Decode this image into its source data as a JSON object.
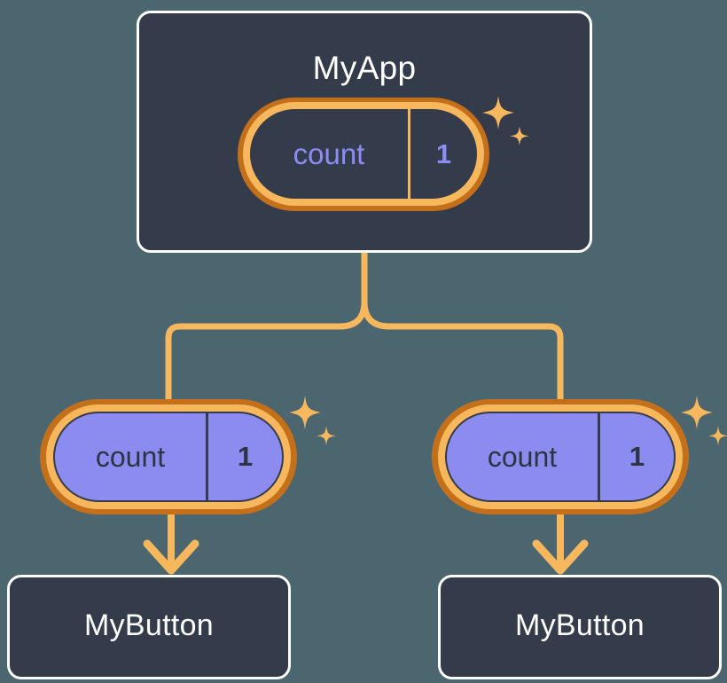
{
  "diagram": {
    "type": "signal-propagation-tree",
    "background_color": "#4c6670",
    "accent_color": "#f7b75c",
    "signal_fill_color": "#8c8cf0",
    "card_color": "#343b4a",
    "nodes": [
      {
        "id": "app",
        "label": "MyApp",
        "kind": "component-card",
        "signal": {
          "name": "count",
          "value": "1",
          "style": "outlined"
        },
        "sparkles": 2
      },
      {
        "id": "button-left",
        "label": "MyButton",
        "kind": "component-card",
        "signal": {
          "name": "count",
          "value": "1",
          "style": "filled"
        },
        "sparkles": 2
      },
      {
        "id": "button-right",
        "label": "MyButton",
        "kind": "component-card",
        "signal": {
          "name": "count",
          "value": "1",
          "style": "filled"
        },
        "sparkles": 2
      }
    ],
    "edges": [
      {
        "from": "app",
        "to": "button-left",
        "style": "elbow"
      },
      {
        "from": "app",
        "to": "button-right",
        "style": "elbow"
      },
      {
        "from": "signal-left",
        "to": "button-left",
        "style": "arrow"
      },
      {
        "from": "signal-right",
        "to": "button-right",
        "style": "arrow"
      }
    ]
  },
  "app_card": {
    "title": "MyApp"
  },
  "pill_app": {
    "name": "count",
    "value": "1"
  },
  "button_left": {
    "title": "MyButton"
  },
  "pill_left": {
    "name": "count",
    "value": "1"
  },
  "button_right": {
    "title": "MyButton"
  },
  "pill_right": {
    "name": "count",
    "value": "1"
  }
}
